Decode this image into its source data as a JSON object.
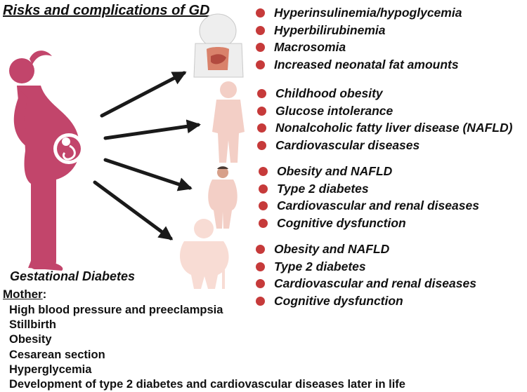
{
  "title": "Risks and complications of GD",
  "colors": {
    "bullet": "#c63a3a",
    "mother_figure": "#c2456b",
    "child_figures": "#f3cfc6",
    "arrow": "#1a1a1a"
  },
  "icons": [
    "pregnant-woman-icon",
    "fetus-icon",
    "infant-icon",
    "child-icon",
    "adult-icon",
    "elderly-icon",
    "arrow-icon"
  ],
  "groups": [
    {
      "items": [
        "Hyperinsulinemia/hypoglycemia",
        "Hyperbilirubinemia",
        "Macrosomia",
        "Increased neonatal fat amounts"
      ]
    },
    {
      "items": [
        "Childhood obesity",
        "Glucose intolerance",
        "Nonalcoholic fatty liver disease (NAFLD)",
        "Cardiovascular diseases"
      ]
    },
    {
      "items": [
        "Obesity and NAFLD",
        "Type 2 diabetes",
        "Cardiovascular and renal diseases",
        "Cognitive dysfunction"
      ]
    },
    {
      "items": [
        "Obesity and NAFLD",
        "Type 2 diabetes",
        "Cardiovascular and renal diseases",
        "Cognitive dysfunction"
      ]
    }
  ],
  "gd_label": "Gestational Diabetes",
  "mother": {
    "title": "Mother",
    "items": [
      "High blood pressure and preeclampsia",
      "Stillbirth",
      "Obesity",
      "Cesarean section",
      "Hyperglycemia",
      "Development of type 2 diabetes and cardiovascular diseases later in life"
    ]
  }
}
